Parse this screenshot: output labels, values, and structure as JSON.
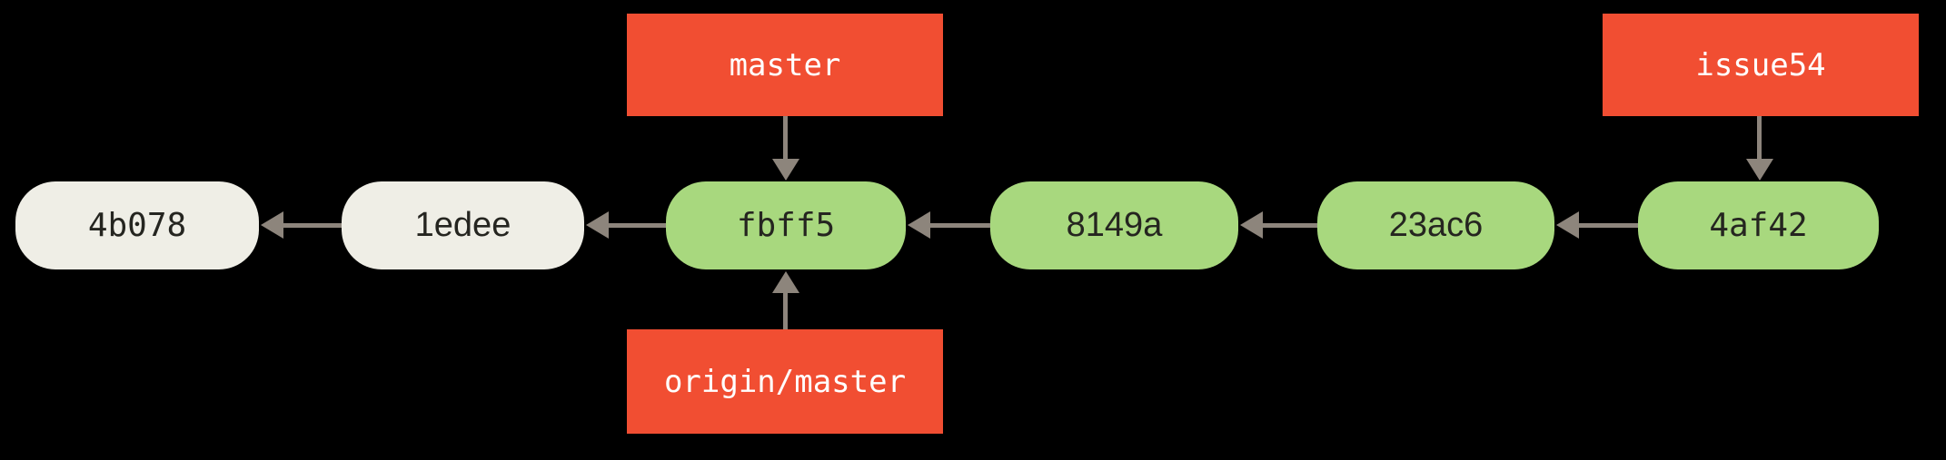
{
  "diagram": {
    "type": "git-commit-graph",
    "background": "#000000",
    "colors": {
      "branch_label_bg": "#f14e32",
      "branch_label_text": "#ffffff",
      "commit_node_green": "#a8d87e",
      "commit_node_gray": "#efeee6",
      "commit_node_text": "#252520",
      "arrow": "#8d857c"
    },
    "commits": [
      {
        "id": "4b078",
        "style": "gray"
      },
      {
        "id": "1edee",
        "style": "gray"
      },
      {
        "id": "fbff5",
        "style": "green"
      },
      {
        "id": "8149a",
        "style": "green"
      },
      {
        "id": "23ac6",
        "style": "green"
      },
      {
        "id": "4af42",
        "style": "green"
      }
    ],
    "parent_edges": [
      {
        "from": "1edee",
        "to": "4b078"
      },
      {
        "from": "fbff5",
        "to": "1edee"
      },
      {
        "from": "8149a",
        "to": "fbff5"
      },
      {
        "from": "23ac6",
        "to": "8149a"
      },
      {
        "from": "4af42",
        "to": "23ac6"
      }
    ],
    "branch_labels": [
      {
        "text": "master",
        "points_to": "fbff5",
        "placement": "above"
      },
      {
        "text": "origin/master",
        "points_to": "fbff5",
        "placement": "below"
      },
      {
        "text": "issue54",
        "points_to": "4af42",
        "placement": "above"
      }
    ]
  }
}
